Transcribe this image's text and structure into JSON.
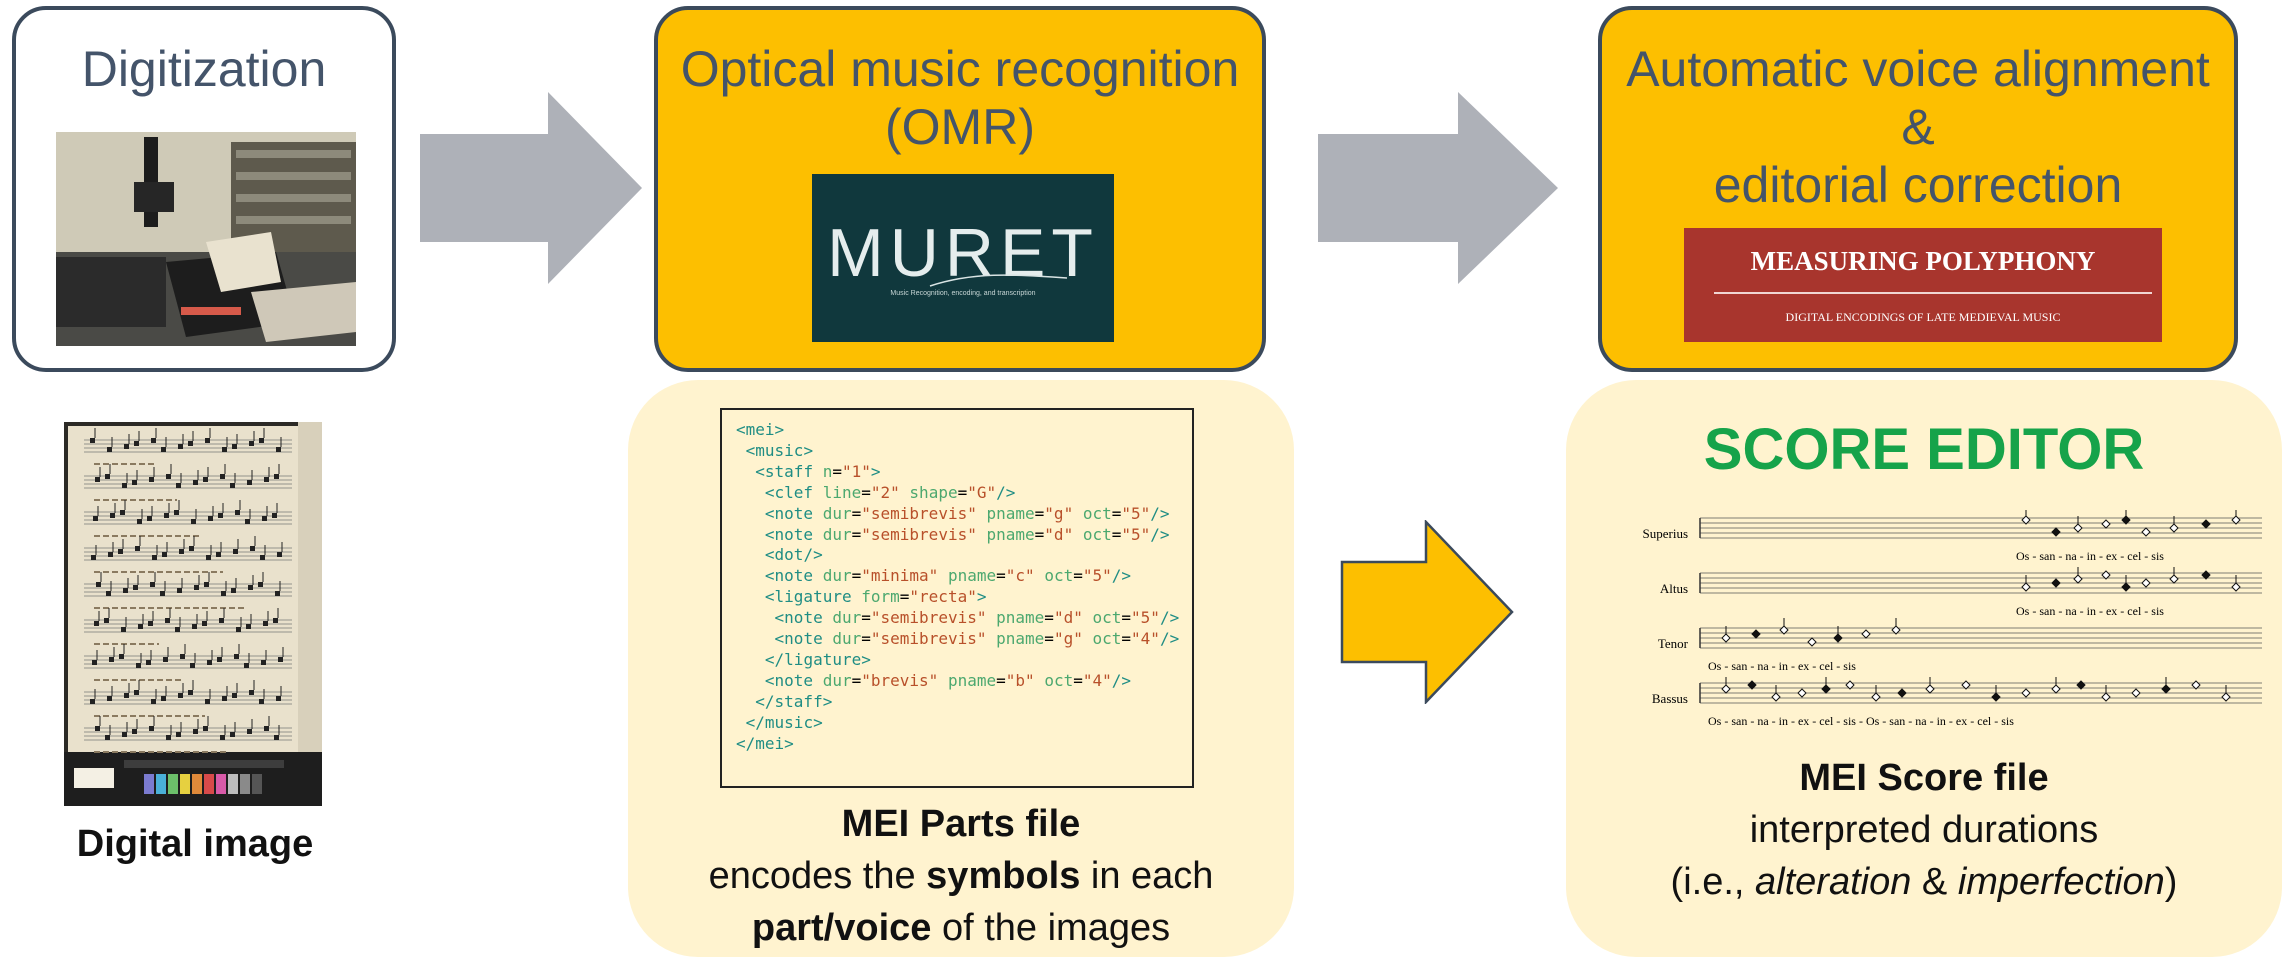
{
  "steps": {
    "digitization": {
      "title": "Digitization"
    },
    "omr": {
      "title_line1": "Optical music recognition",
      "title_line2": "(OMR)",
      "logo": {
        "word": "MURET",
        "tagline": "Music Recognition, encoding, and transcription"
      }
    },
    "alignment": {
      "title_line1": "Automatic voice alignment",
      "title_line2": "&",
      "title_line3": "editorial correction",
      "logo": {
        "title": "MEASURING POLYPHONY",
        "subtitle": "DIGITAL ENCODINGS OF LATE MEDIEVAL MUSIC"
      }
    }
  },
  "outputs": {
    "image": {
      "caption": "Digital image"
    },
    "parts": {
      "caption_bold": "MEI Parts file",
      "line2_pre": "encodes the ",
      "line2_bold": "symbols",
      "line2_post": " in each",
      "line3_bold": "part/voice",
      "line3_post": " of the images",
      "code": [
        [
          "<",
          "mei",
          ">"
        ],
        [
          " <",
          "music",
          ">"
        ],
        [
          "  <",
          "staff",
          " ",
          "n",
          "=",
          "\"1\"",
          ">"
        ],
        [
          "   <",
          "clef",
          " ",
          "line",
          "=",
          "\"2\"",
          " ",
          "shape",
          "=",
          "\"G\"",
          "/>"
        ],
        [
          "   <",
          "note",
          " ",
          "dur",
          "=",
          "\"semibrevis\"",
          " ",
          "pname",
          "=",
          "\"g\"",
          " ",
          "oct",
          "=",
          "\"5\"",
          "/>"
        ],
        [
          "   <",
          "note",
          " ",
          "dur",
          "=",
          "\"semibrevis\"",
          " ",
          "pname",
          "=",
          "\"d\"",
          " ",
          "oct",
          "=",
          "\"5\"",
          "/>"
        ],
        [
          "   <",
          "dot",
          "/>"
        ],
        [
          "   <",
          "note",
          " ",
          "dur",
          "=",
          "\"minima\"",
          " ",
          "pname",
          "=",
          "\"c\"",
          " ",
          "oct",
          "=",
          "\"5\"",
          "/>"
        ],
        [
          "   <",
          "ligature",
          " ",
          "form",
          "=",
          "\"recta\"",
          ">"
        ],
        [
          "    <",
          "note",
          " ",
          "dur",
          "=",
          "\"semibrevis\"",
          " ",
          "pname",
          "=",
          "\"d\"",
          " ",
          "oct",
          "=",
          "\"5\"",
          "/>"
        ],
        [
          "    <",
          "note",
          " ",
          "dur",
          "=",
          "\"semibrevis\"",
          " ",
          "pname",
          "=",
          "\"g\"",
          " ",
          "oct",
          "=",
          "\"4\"",
          "/>"
        ],
        [
          "   </",
          "ligature",
          ">"
        ],
        [
          "   <",
          "note",
          " ",
          "dur",
          "=",
          "\"brevis\"",
          " ",
          "pname",
          "=",
          "\"b\"",
          " ",
          "oct",
          "=",
          "\"4\"",
          "/>"
        ],
        [
          "  </",
          "staff",
          ">"
        ],
        [
          " </",
          "music",
          ">"
        ],
        [
          "</",
          "mei",
          ">"
        ]
      ]
    },
    "score": {
      "heading": "SCORE EDITOR",
      "caption_bold": "MEI Score file",
      "line2": "interpreted durations",
      "line3_pre": "(i.e., ",
      "line3_it1": "alteration",
      "line3_mid": " & ",
      "line3_it2": "imperfection",
      "line3_post": ")",
      "voices": [
        "Superius",
        "Altus",
        "Tenor",
        "Bassus"
      ],
      "lyrics": {
        "superius": "Os  -  san - na  -  in - ex - cel  -  sis",
        "altus": "Os  -  san - na  -  in - ex - cel  -  sis",
        "tenor": "Os  -  san - na  -  in - ex - cel - sis",
        "bassus": "Os  -  san - na  -  in - ex - cel - sis  -  Os  -  san - na  -  in - ex - cel  -  sis"
      }
    }
  },
  "colors": {
    "accent_gold": "#fdbf00",
    "cream": "#fff3cf",
    "slate": "#44546a",
    "arrow_gray": "#aeb1b8",
    "score_green": "#16a34a"
  }
}
